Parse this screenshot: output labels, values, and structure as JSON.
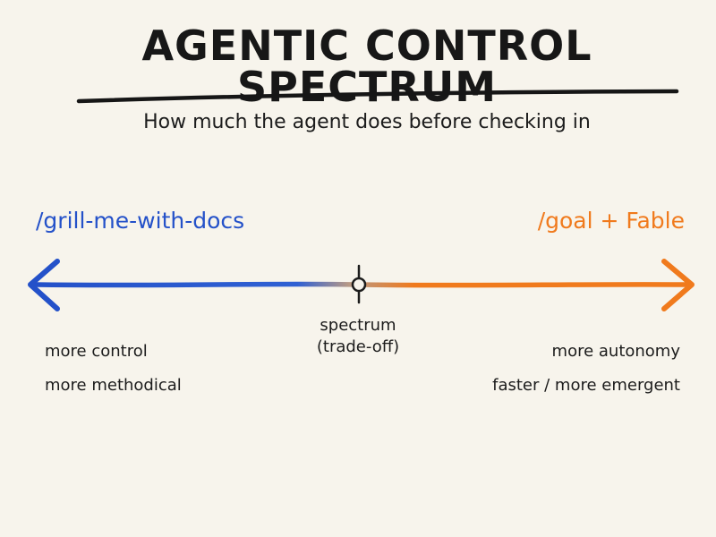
{
  "title": "AGENTIC CONTROL SPECTRUM",
  "subtitle": "How much the agent does before checking in",
  "left_end": {
    "label": "/grill-me-with-docs",
    "notes": [
      "more control",
      "more methodical"
    ],
    "color": "#2451c9"
  },
  "right_end": {
    "label": "/goal + Fable",
    "notes": [
      "more autonomy",
      "faster / more emergent"
    ],
    "color": "#f07a1d"
  },
  "center_marker": {
    "label_line1": "spectrum",
    "label_line2": "(trade-off)"
  },
  "colors": {
    "background": "#f7f4ec",
    "text": "#1c1c1c",
    "left_accent": "#2451c9",
    "right_accent": "#f07a1d"
  }
}
